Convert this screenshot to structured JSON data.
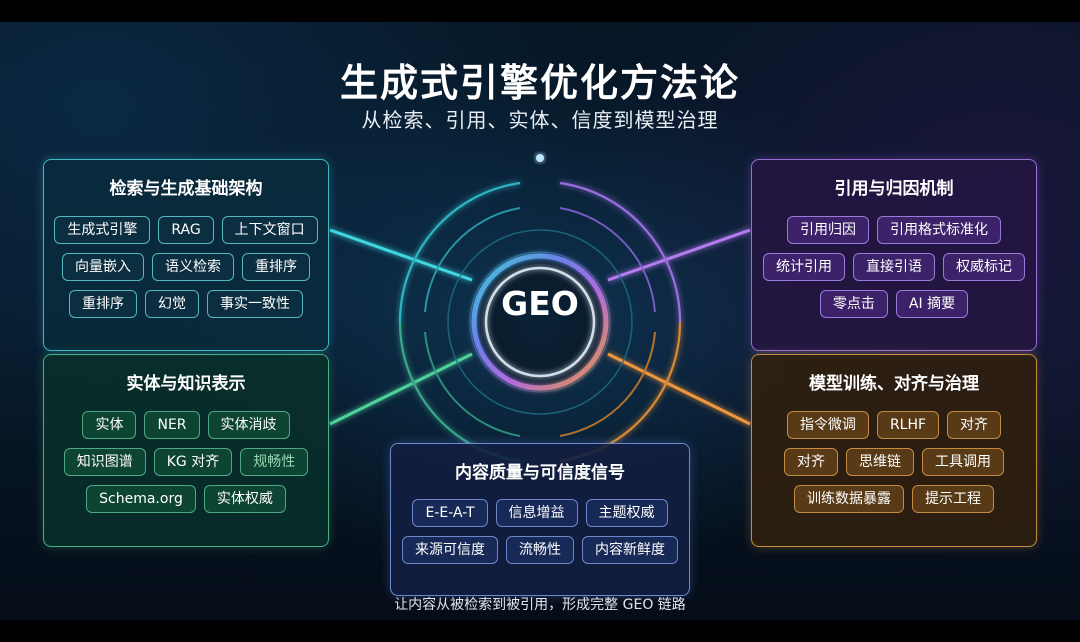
{
  "title": "生成式引擎优化方法论",
  "subtitle": "从检索、引用、实体、信度到模型治理",
  "hub_label": "GEO",
  "footer": "让内容从被检索到被引用，形成完整 GEO 链路",
  "colors": {
    "teal": "#3fb9c4",
    "green": "#45b087",
    "purple": "#9a6ed6",
    "orange": "#d88a36",
    "blue": "#6d8ad0"
  },
  "panels": {
    "retrieval": {
      "title": "检索与生成基础架构",
      "rows": [
        [
          "生成式引擎",
          "RAG",
          "上下文窗口"
        ],
        [
          "向量嵌入",
          "语义检索",
          "重排序"
        ],
        [
          "重排序",
          "幻觉",
          "事实一致性"
        ]
      ]
    },
    "entity": {
      "title": "实体与知识表示",
      "rows": [
        [
          "实体",
          "NER",
          "实体消歧"
        ],
        [
          "知识图谱",
          "KG 对齐",
          "规畅性"
        ],
        [
          "Schema.org",
          "实体权威"
        ]
      ]
    },
    "quality": {
      "title": "内容质量与可信度信号",
      "rows": [
        [
          "E-E-A-T",
          "信息增益",
          "主题权威"
        ],
        [
          "来源可信度",
          "流畅性",
          "内容新鲜度"
        ]
      ]
    },
    "citation": {
      "title": "引用与归因机制",
      "rows": [
        [
          "引用归因",
          "引用格式标准化"
        ],
        [
          "统计引用",
          "直接引语",
          "权威标记"
        ],
        [
          "零点击",
          "AI 摘要"
        ]
      ]
    },
    "training": {
      "title": "模型训练、对齐与治理",
      "rows": [
        [
          "指令微调",
          "RLHF",
          "对齐"
        ],
        [
          "对齐",
          "思维链",
          "工具调用"
        ],
        [
          "训练数据暴露",
          "提示工程"
        ]
      ]
    }
  }
}
